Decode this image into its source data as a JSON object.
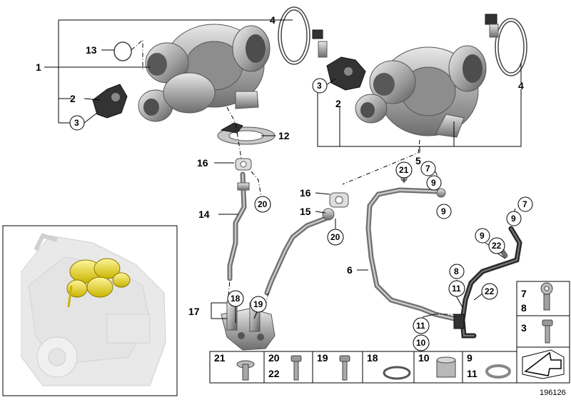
{
  "diagram": {
    "reference_number": "196126",
    "callouts": {
      "c1": "1",
      "c2_left": "2",
      "c3_left": "3",
      "c4_left": "4",
      "c13": "13",
      "c12": "12",
      "c16_left": "16",
      "c20_left": "20",
      "c14": "14",
      "c17": "17",
      "c18": "18",
      "c19": "19",
      "c3_right": "3",
      "c2_right": "2",
      "c4_right": "4",
      "c5": "5",
      "c21": "21",
      "c7_a": "7",
      "c9_a": "9",
      "c9_b": "9",
      "c16_right": "16",
      "c15": "15",
      "c20_right": "20",
      "c7_b": "7",
      "c9_c": "9",
      "c9_d": "9",
      "c22_a": "22",
      "c6": "6",
      "c8": "8",
      "c11_a": "11",
      "c22_b": "22",
      "c11_b": "11",
      "c10": "10"
    },
    "parts_table": {
      "right_column": [
        {
          "labels": [
            "7",
            "8"
          ],
          "part": "banjo-bolt"
        },
        {
          "labels": [
            "3"
          ],
          "part": "screw"
        },
        {
          "labels": [],
          "part": "arrow-symbol"
        }
      ],
      "bottom_row": [
        {
          "labels": [
            "21"
          ],
          "part": "collar-screw"
        },
        {
          "labels": [
            "20",
            "22"
          ],
          "part": "bolt"
        },
        {
          "labels": [
            "19"
          ],
          "part": "bolt"
        },
        {
          "labels": [
            "18"
          ],
          "part": "o-ring"
        },
        {
          "labels": [
            "10"
          ],
          "part": "sleeve"
        },
        {
          "labels": [
            "9",
            "11"
          ],
          "part": "sealing-ring"
        }
      ]
    }
  }
}
